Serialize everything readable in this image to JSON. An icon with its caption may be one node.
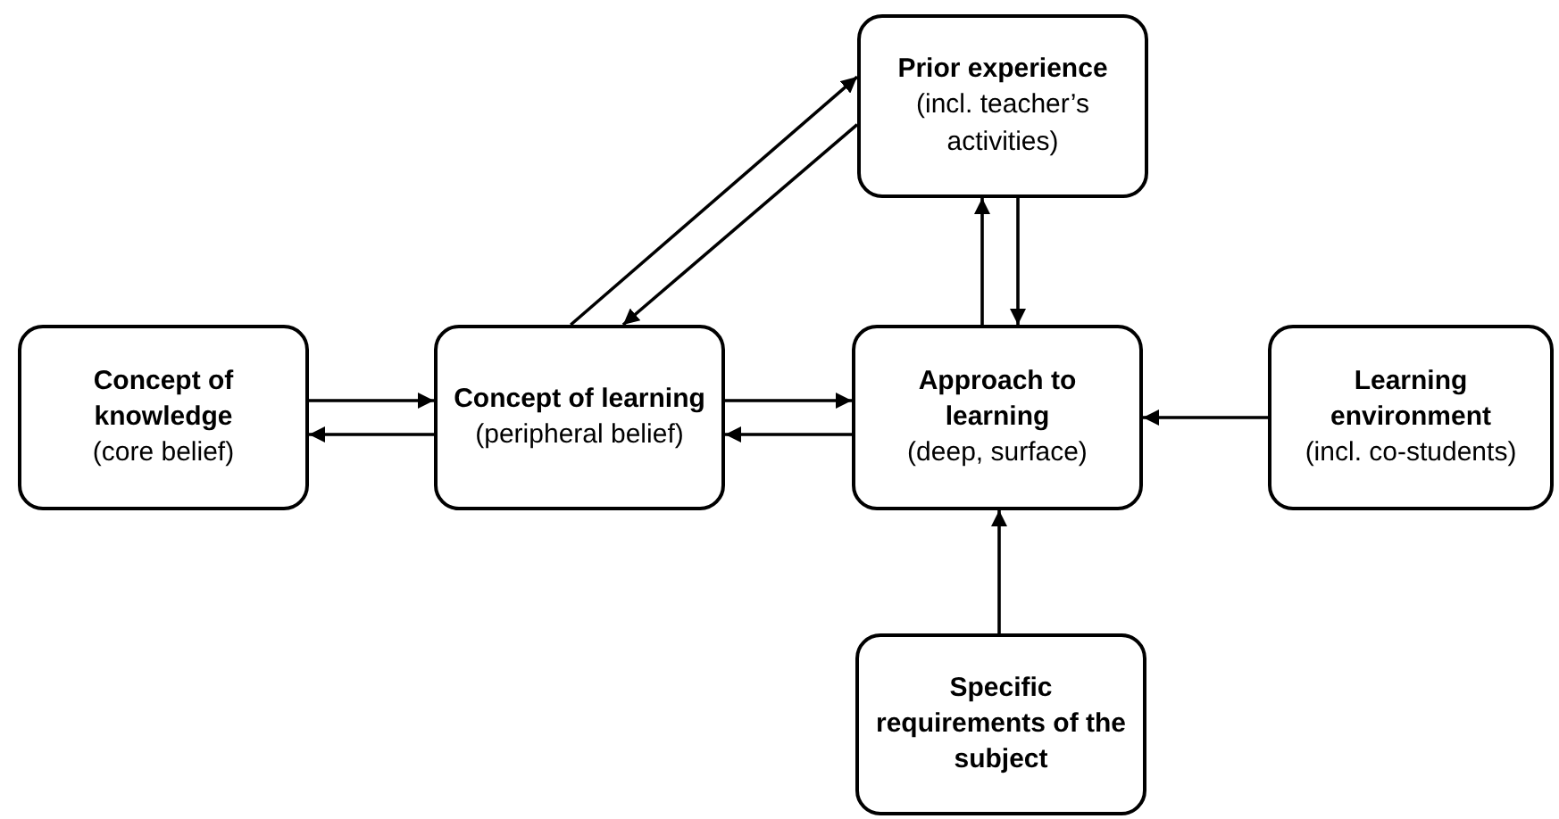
{
  "diagram": {
    "nodes": [
      {
        "text": [
          "Prior experience",
          "(incl. teacher’s activities)"
        ]
      },
      {
        "text": [
          "Concept of knowledge",
          "(core belief)"
        ]
      },
      {
        "text": [
          "Concept of learning",
          "(peripheral belief)"
        ]
      },
      {
        "text": [
          "Approach to learning",
          "(deep, surface)"
        ]
      },
      {
        "text": [
          "Learning environment",
          "(incl. co-students)"
        ]
      },
      {
        "text": [
          "Specific requirements of the subject"
        ]
      }
    ],
    "edges": [
      {
        "from": 1,
        "to": 2,
        "arrow": "to"
      },
      {
        "from": 2,
        "to": 1,
        "arrow": "to"
      },
      {
        "from": 2,
        "to": 3,
        "arrow": "to"
      },
      {
        "from": 3,
        "to": 2,
        "arrow": "to"
      },
      {
        "from": 4,
        "to": 3,
        "arrow": "to"
      },
      {
        "from": 5,
        "to": 3,
        "arrow": "to"
      },
      {
        "from": 3,
        "to": 0,
        "arrow": "to"
      },
      {
        "from": 0,
        "to": 3,
        "arrow": "to"
      },
      {
        "from": 2,
        "to": 0,
        "arrow": "to"
      },
      {
        "from": 0,
        "to": 2,
        "arrow": "to"
      }
    ]
  }
}
